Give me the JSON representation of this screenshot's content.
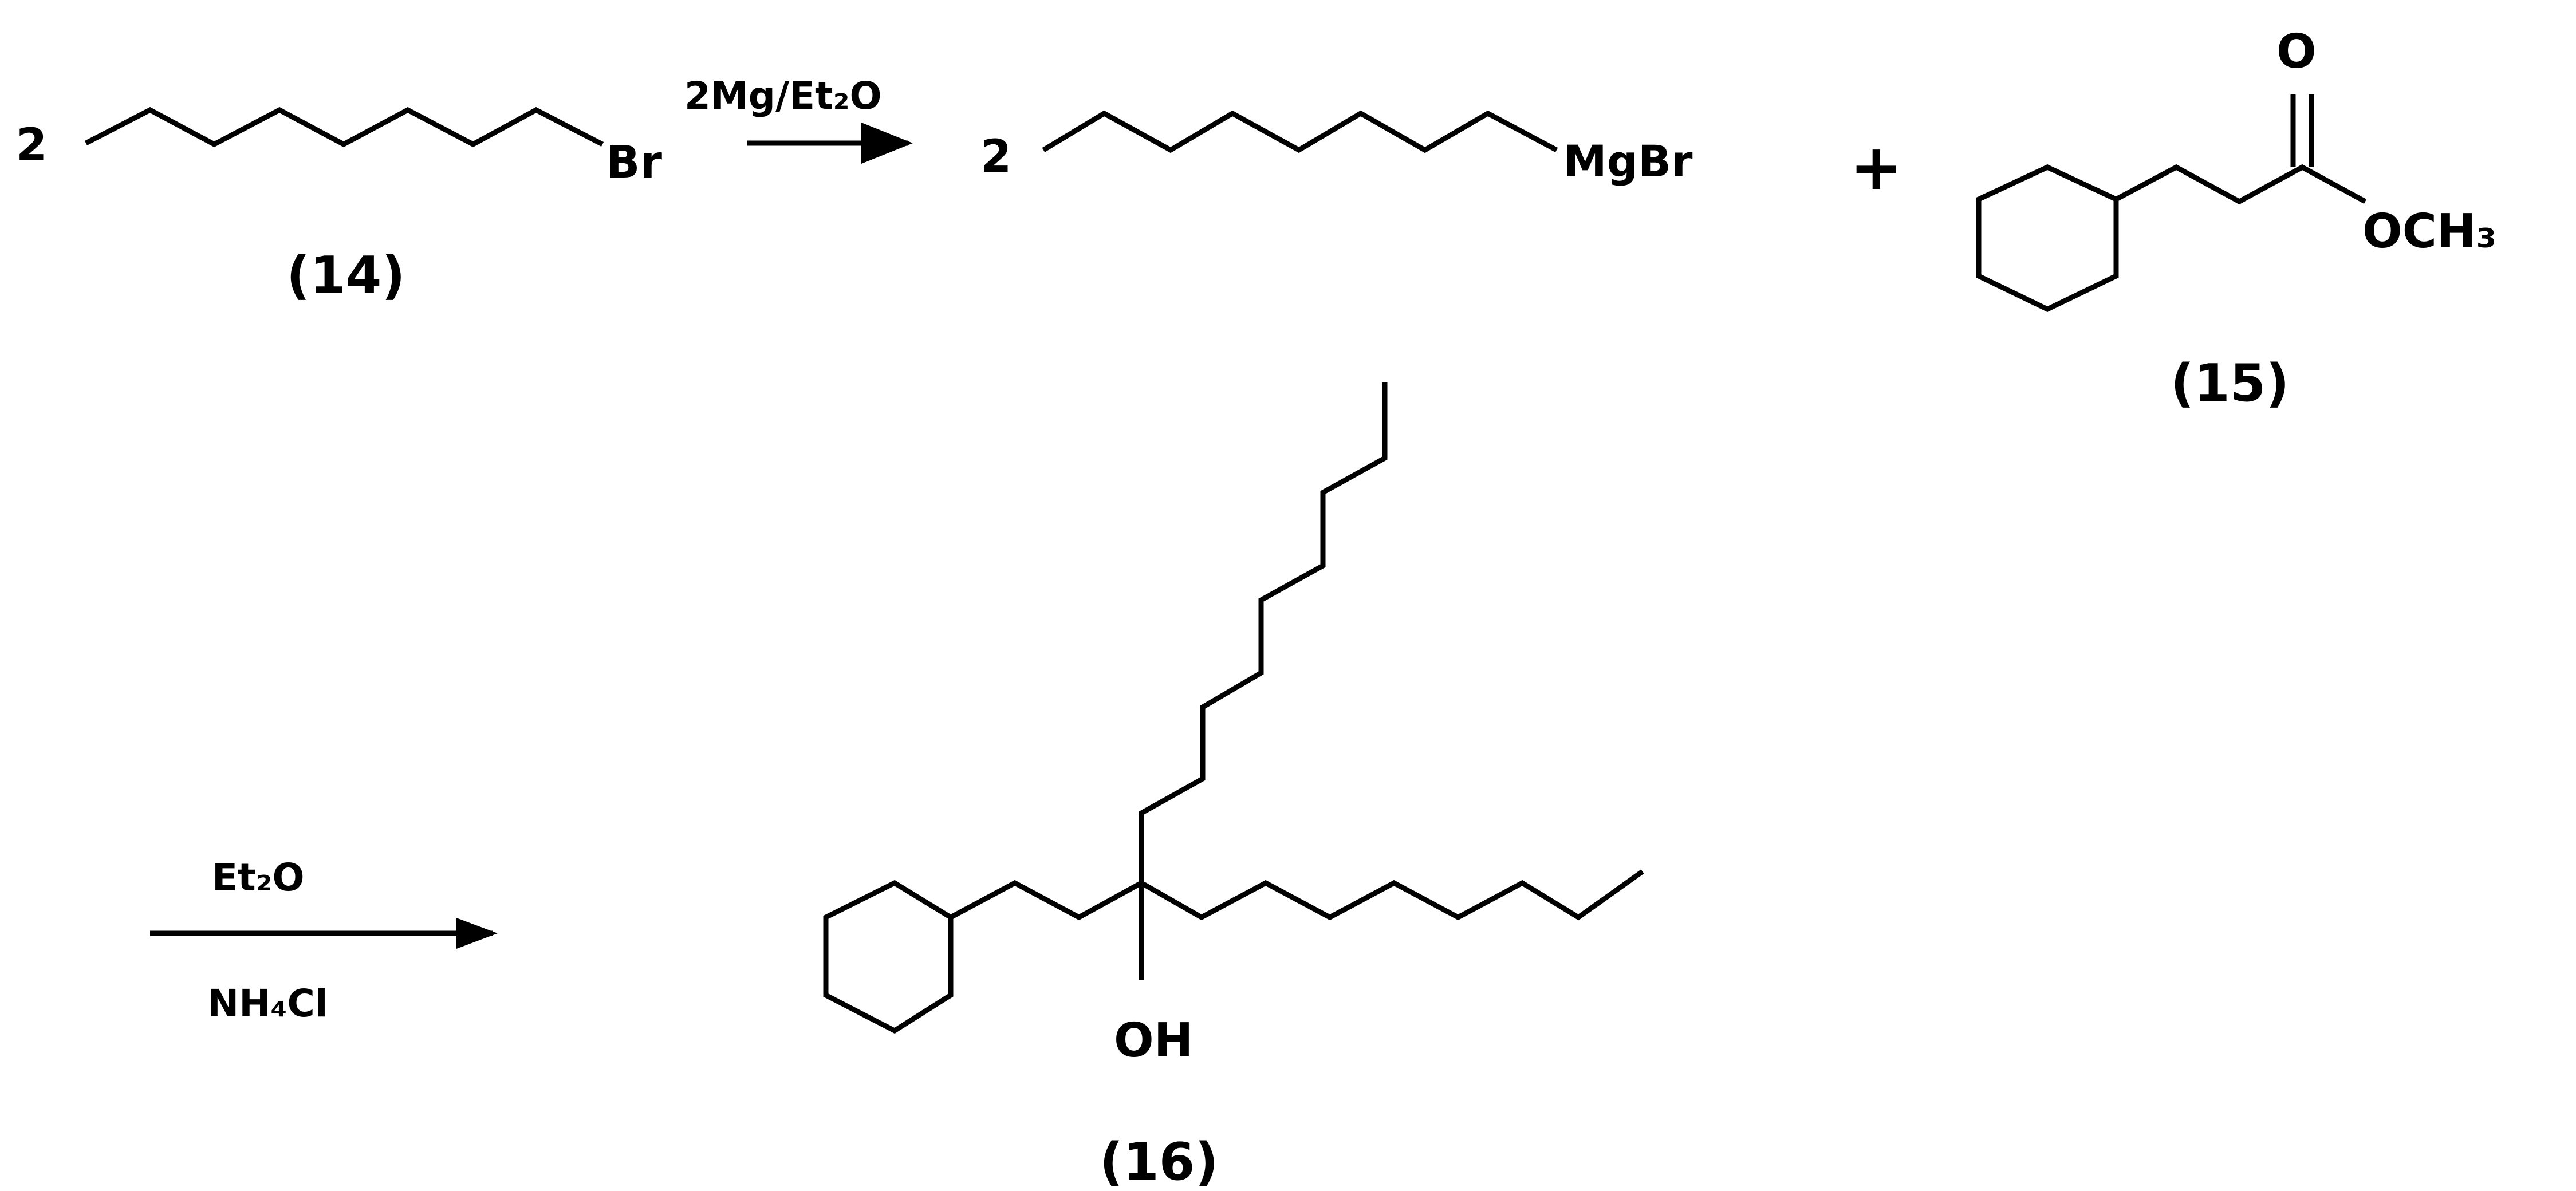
{
  "reaction": {
    "step1": {
      "coefficient_reactant": "2",
      "reactant_atom": "Br",
      "reactant_label": "(14)",
      "conditions": "2Mg/Et₂O",
      "coefficient_product": "2",
      "product_atom": "MgBr"
    },
    "plus_sign": "+",
    "ester": {
      "carbonyl_o": "O",
      "methoxy": "OCH₃",
      "label": "(15)"
    },
    "step2": {
      "conditions_above": "Et₂O",
      "conditions_below": "NH₄Cl"
    },
    "product": {
      "hydroxyl": "OH",
      "label": "(16)"
    }
  }
}
